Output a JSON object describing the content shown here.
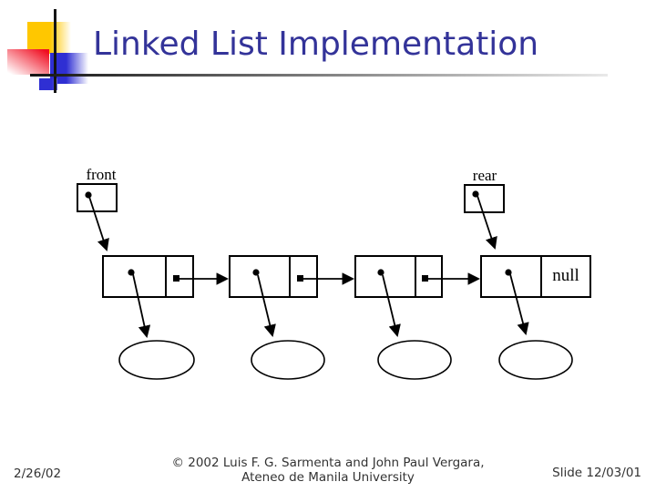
{
  "slide": {
    "title": "Linked List Implementation",
    "footer": {
      "date": "2/26/02",
      "copyright_line1": "© 2002 Luis F. G. Sarmenta and John Paul Vergara,",
      "copyright_line2": "Ateneo de Manila University",
      "slide_number": "Slide 12/03/01"
    },
    "colors": {
      "title_text": "#333399",
      "accent_yellow": "#FFC700",
      "accent_red": "#F00E21",
      "accent_blue": "#2F2FD3",
      "diagram_lines": "#000000",
      "footer_text": "#333333"
    }
  },
  "diagram": {
    "front_label": "front",
    "rear_label": "rear",
    "null_label": "null",
    "node_count": 4
  }
}
